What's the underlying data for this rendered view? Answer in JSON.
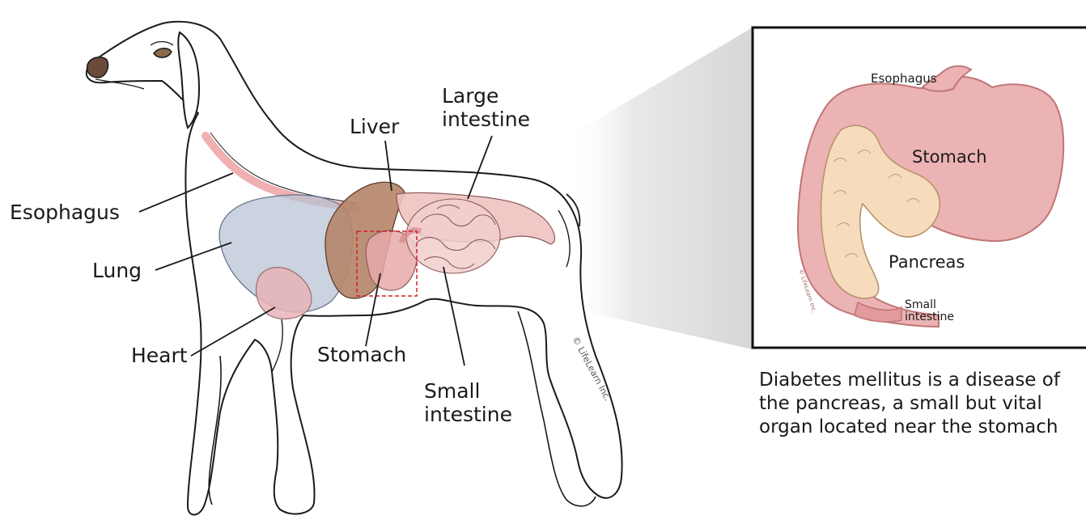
{
  "labels": {
    "esophagus": "Esophagus",
    "lung": "Lung",
    "heart": "Heart",
    "liver": "Liver",
    "stomach": "Stomach",
    "large_intestine": [
      "Large",
      "intestine"
    ],
    "small_intestine": [
      "Small",
      "intestine"
    ]
  },
  "inset": {
    "esophagus": "Esophagus",
    "stomach": "Stomach",
    "pancreas": "Pancreas",
    "small_intestine": [
      "Small",
      "intestine"
    ],
    "copyright": "© LifeLearn Inc."
  },
  "caption": [
    "Diabetes mellitus is a disease of",
    "the pancreas, a small but vital",
    "organ located near the stomach"
  ],
  "copyright": "© LifeLearn Inc.",
  "colors": {
    "outline": "#1a1a1a",
    "stomach": "#e8a5a8",
    "pancreas": "#f3d9b5",
    "liver": "#b5876b",
    "lung": "#b9c3d6",
    "callout_box": "#d0212a"
  }
}
